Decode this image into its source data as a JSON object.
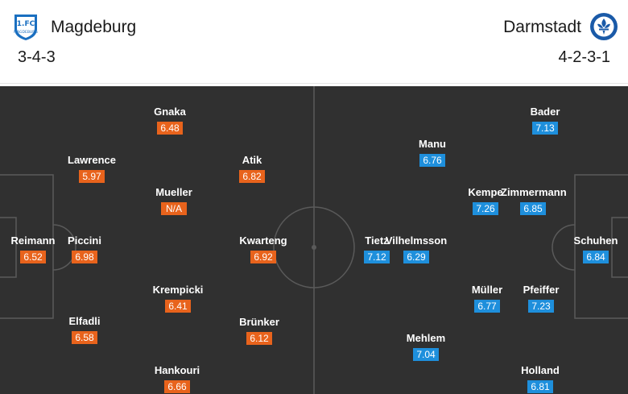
{
  "home": {
    "name": "Magdeburg",
    "formation": "3-4-3",
    "crest_text": "1.FC MAGDEBURG",
    "color": "#e8631c",
    "players": [
      {
        "name": "Reimann",
        "rating": "6.52"
      },
      {
        "name": "Elfadli",
        "rating": "6.58"
      },
      {
        "name": "Piccini",
        "rating": "6.98"
      },
      {
        "name": "Lawrence",
        "rating": "5.97"
      },
      {
        "name": "Hankouri",
        "rating": "6.66"
      },
      {
        "name": "Krempicki",
        "rating": "6.41"
      },
      {
        "name": "Mueller",
        "rating": "N/A"
      },
      {
        "name": "Gnaka",
        "rating": "6.48"
      },
      {
        "name": "Brünker",
        "rating": "6.12"
      },
      {
        "name": "Kwarteng",
        "rating": "6.92"
      },
      {
        "name": "Atik",
        "rating": "6.82"
      }
    ]
  },
  "away": {
    "name": "Darmstadt",
    "formation": "4-2-3-1",
    "crest_icon": "lily-crest-icon",
    "color": "#1e8fdc",
    "players": [
      {
        "name": "Schuhen",
        "rating": "6.84"
      },
      {
        "name": "Holland",
        "rating": "6.81"
      },
      {
        "name": "Pfeiffer",
        "rating": "7.23"
      },
      {
        "name": "Zimmermann",
        "rating": "6.85"
      },
      {
        "name": "Bader",
        "rating": "7.13"
      },
      {
        "name": "Müller",
        "rating": "6.77"
      },
      {
        "name": "Kempe",
        "rating": "7.26"
      },
      {
        "name": "Mehlem",
        "rating": "7.04"
      },
      {
        "name": "Vilhelmsson",
        "rating": "6.29"
      },
      {
        "name": "Manu",
        "rating": "6.76"
      },
      {
        "name": "Tietz",
        "rating": "7.12"
      }
    ]
  }
}
